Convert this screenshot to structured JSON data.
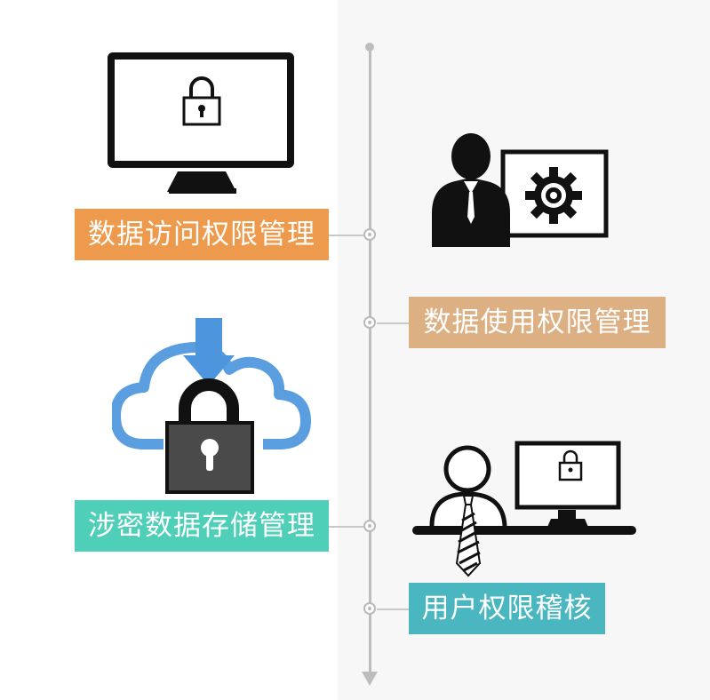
{
  "items": {
    "data_access": {
      "label": "数据访问权限管理",
      "color": "#ee9a4c"
    },
    "data_usage": {
      "label": "数据使用权限管理",
      "color": "#ddb083"
    },
    "classified_storage": {
      "label": "涉密数据存储管理",
      "color": "#4fcfb8"
    },
    "user_audit": {
      "label": "用户权限稽核",
      "color": "#4ab7c0"
    }
  }
}
